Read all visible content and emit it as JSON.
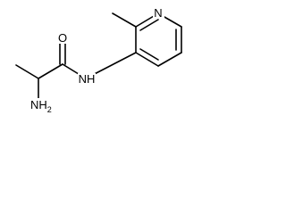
{
  "molecule": {
    "atoms": {
      "carbonyl_oxygen": "O",
      "amide_nh": "NH",
      "amine": "NH",
      "amine_subscript": "2",
      "pyridine_n": "N"
    }
  },
  "colors": {
    "bond": "#000000",
    "label": "#000000",
    "background": "#ffffff"
  }
}
